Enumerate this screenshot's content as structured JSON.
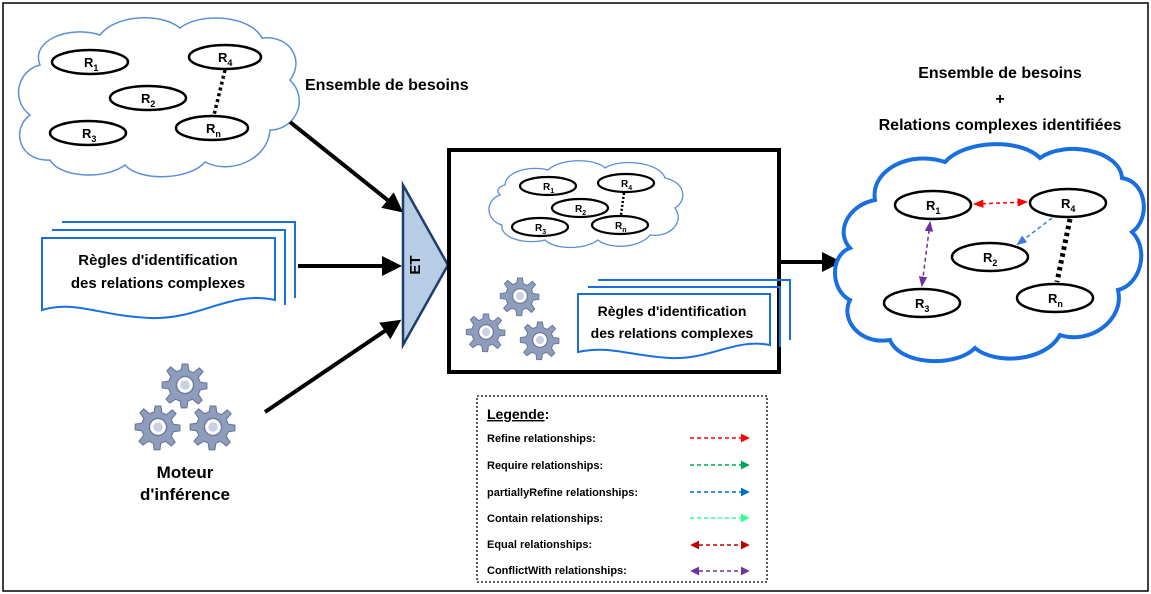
{
  "input_set_label": "Ensemble de besoins",
  "output_title": {
    "line1": "Ensemble de besoins",
    "line2": "+",
    "line3": "Relations complexes identifiées"
  },
  "requirements": {
    "r1": {
      "main": "R",
      "sub": "1"
    },
    "r2": {
      "main": "R",
      "sub": "2"
    },
    "r3": {
      "main": "R",
      "sub": "3"
    },
    "r4": {
      "main": "R",
      "sub": "4"
    },
    "rn": {
      "main": "R",
      "sub": "n"
    }
  },
  "rules_doc": {
    "line1": "Règles d'identification",
    "line2": "des relations complexes"
  },
  "engine": {
    "line1": "Moteur",
    "line2": "d'inférence"
  },
  "et_label": "ET",
  "legend": {
    "title": "Legende",
    "colon": ":",
    "items": [
      {
        "label": "Refine relationships:",
        "color": "#ff0000",
        "style": "single"
      },
      {
        "label": "Require relationships:",
        "color": "#00a651",
        "style": "single"
      },
      {
        "label": "partiallyRefine relationships:",
        "color": "#0070c0",
        "style": "single"
      },
      {
        "label": "Contain relationships:",
        "color": "#33ff99",
        "style": "single"
      },
      {
        "label": "Equal relationships:",
        "color": "#c00000",
        "style": "double"
      },
      {
        "label": "ConflictWith relationships:",
        "color": "#7030a0",
        "style": "double"
      }
    ]
  },
  "colors": {
    "cloud_stroke": "#2e75d6",
    "cloud_stroke_bold": "#1a6fe0",
    "doc_stroke": "#1a6fe0",
    "et_fill": "#b7cde6",
    "gear_fill": "#8a97b6",
    "gear_dark": "#5d6b8e",
    "refine": "#ff0000",
    "partially_refine": "#3a7fd5",
    "conflict": "#7030a0"
  }
}
